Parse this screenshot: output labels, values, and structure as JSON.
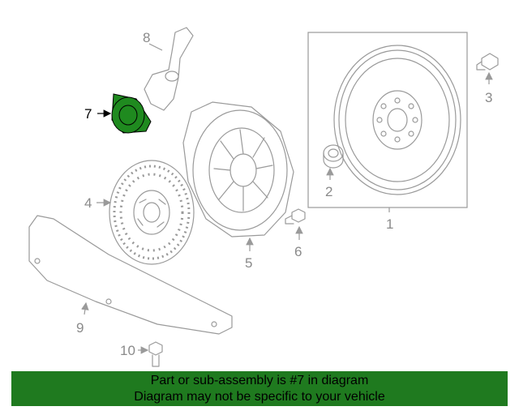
{
  "colors": {
    "highlight_part": "#1f8a1f",
    "banner_bg": "#1f7a1f",
    "line": "#9a9a9a"
  },
  "callouts": {
    "p1": "1",
    "p2": "2",
    "p3": "3",
    "p4": "4",
    "p5": "5",
    "p6": "6",
    "p7": "7",
    "p8": "8",
    "p9": "9",
    "p10": "10"
  },
  "highlighted_part": "7",
  "banner": {
    "line1": "Part or sub-assembly is #7 in diagram",
    "line2": "Diagram may not be specific to your vehicle"
  }
}
